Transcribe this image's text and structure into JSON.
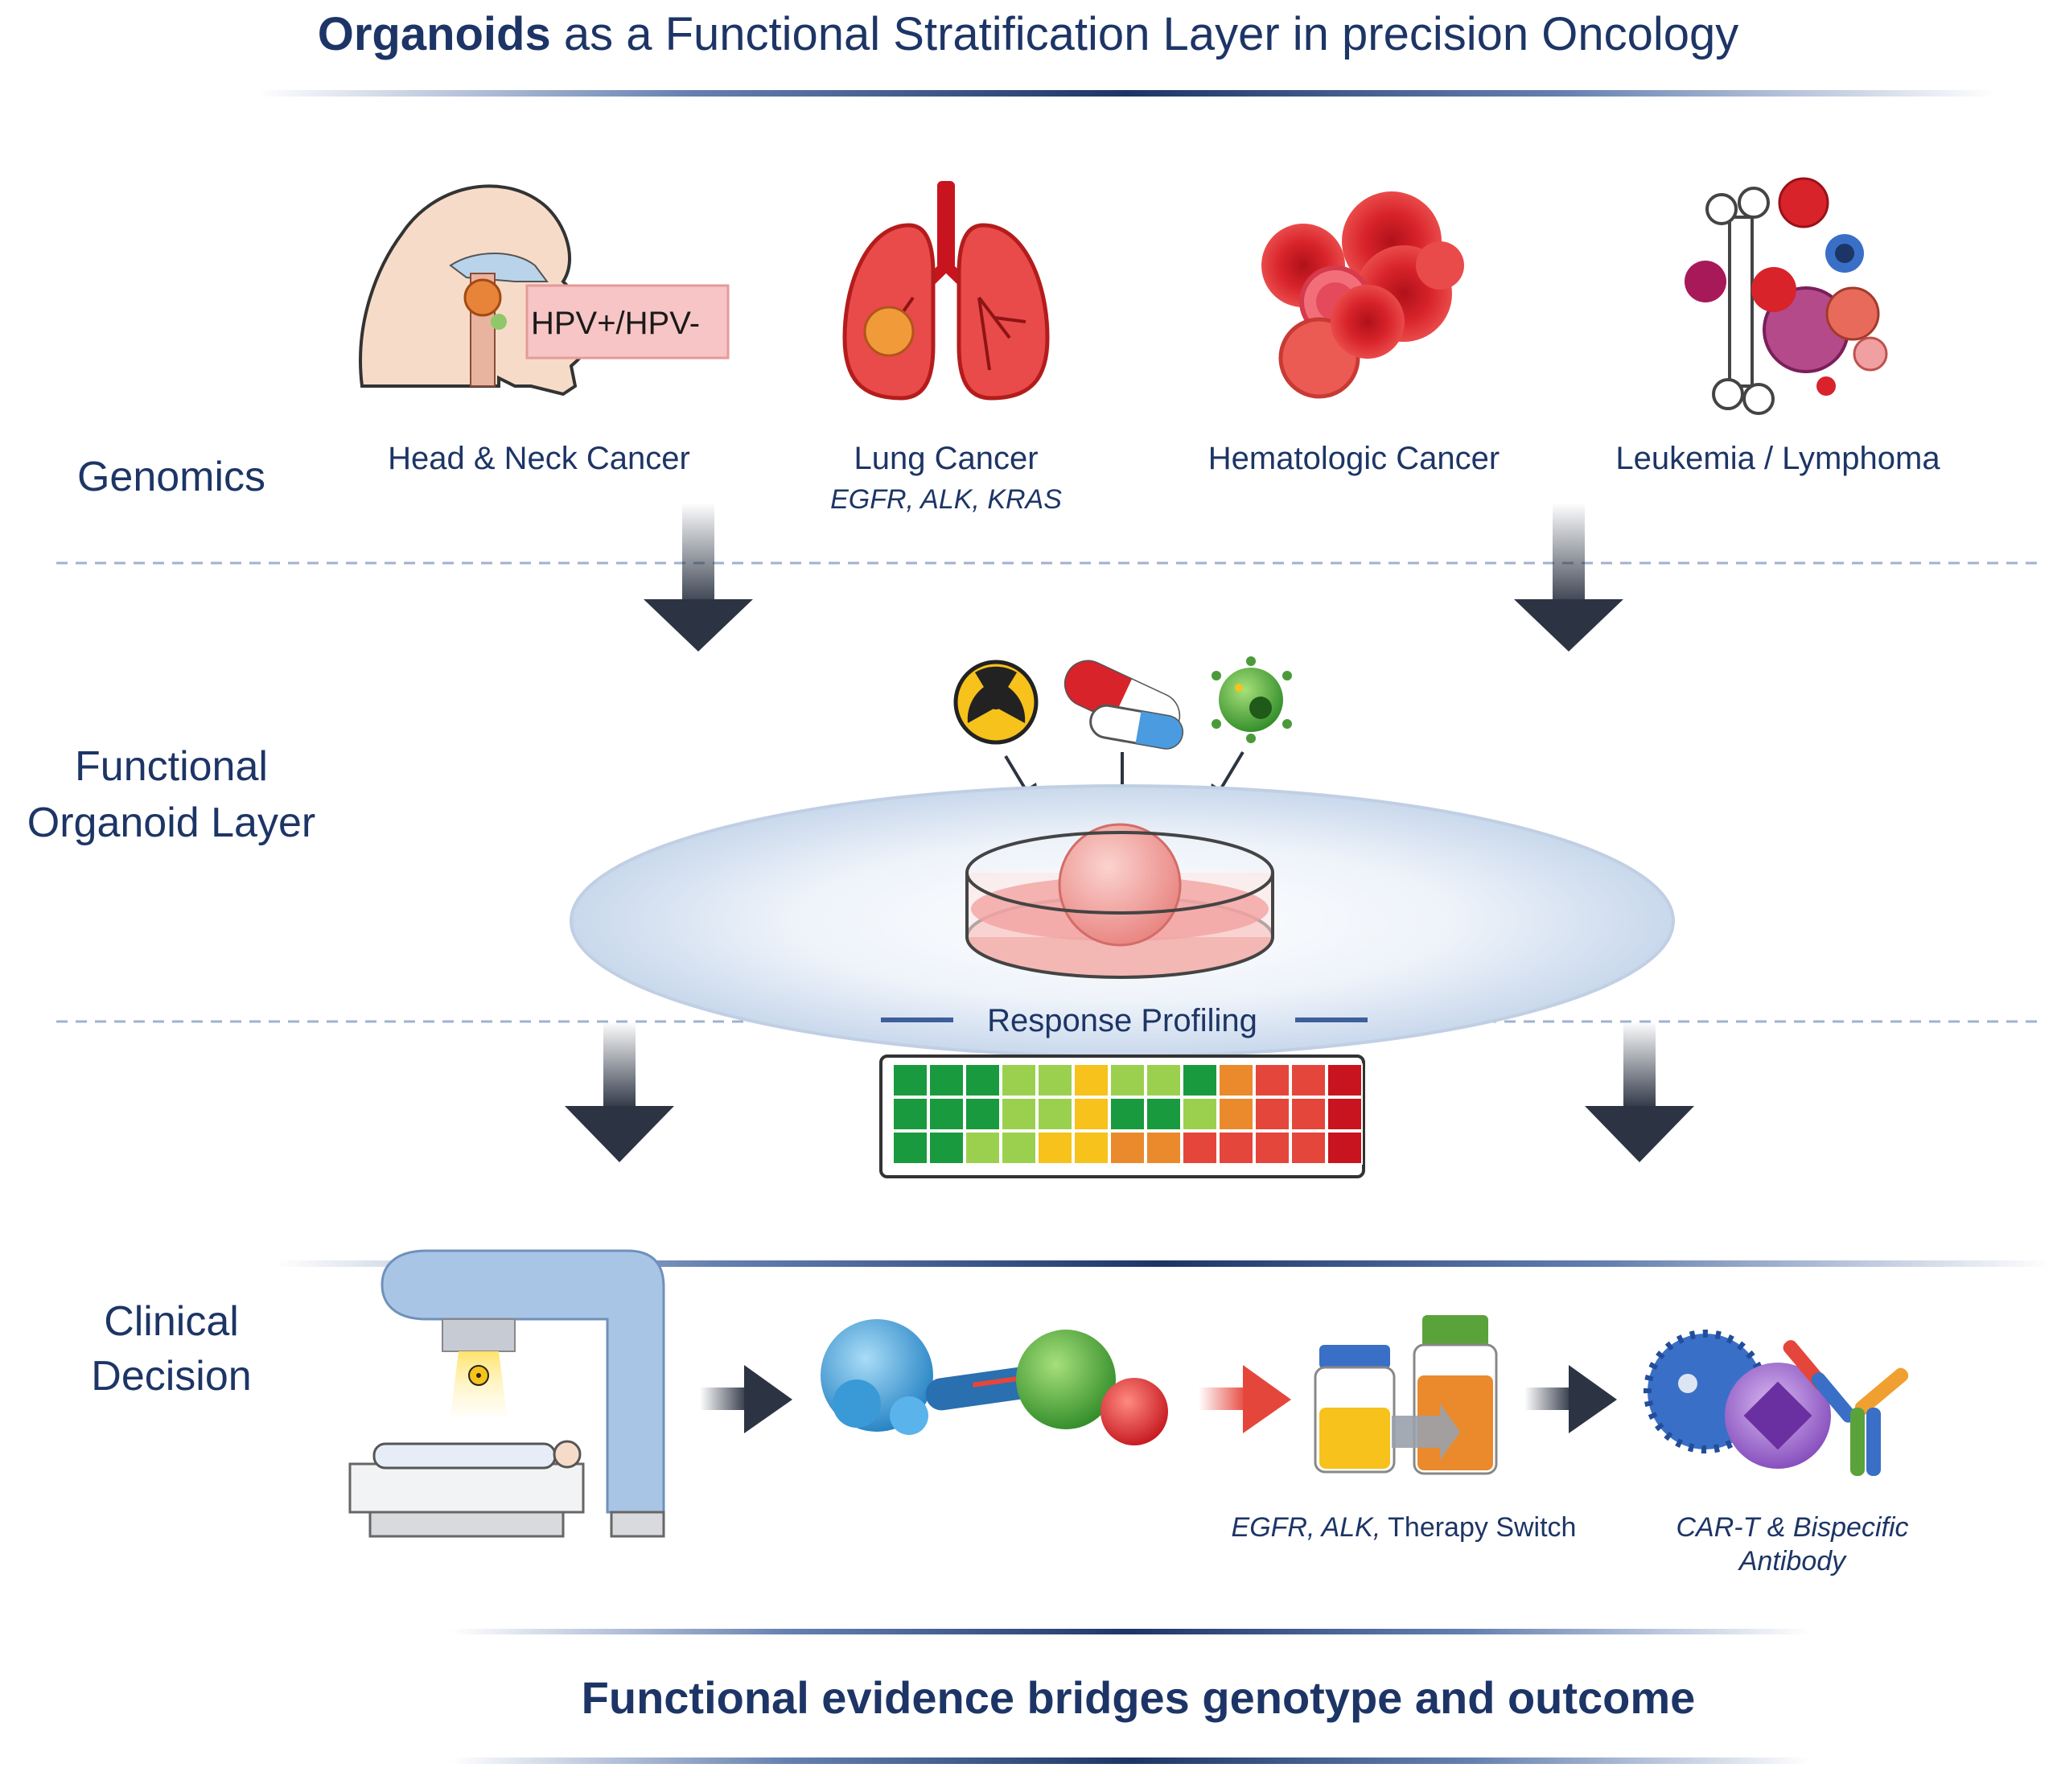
{
  "title": {
    "bold": "Organoids",
    "rest": " as a Functional Stratification Layer in precision Oncology"
  },
  "rows": {
    "genomics": "Genomics",
    "functional_1": "Functional",
    "functional_2": "Organoid Layer",
    "clinical_1": "Clinical",
    "clinical_2": "Decision"
  },
  "cancers": {
    "head_neck": "Head & Neck Cancer",
    "hpv_label": "HPV+/HPV-",
    "lung": "Lung Cancer",
    "lung_genes": "EGFR, ALK, KRAS",
    "hematologic": "Hematologic Cancer",
    "leukemia": "Leukemia / Lymphoma"
  },
  "response_profiling": "Response Profiling",
  "heatmap": {
    "rows": [
      [
        "#1a9a3e",
        "#1a9a3e",
        "#1a9a3e",
        "#9bd04f",
        "#9bd04f",
        "#f6c21b",
        "#9bd04f",
        "#9bd04f",
        "#1a9a3e",
        "#ea8a2c",
        "#e5463b",
        "#e5463b",
        "#c8141e"
      ],
      [
        "#1a9a3e",
        "#1a9a3e",
        "#1a9a3e",
        "#9bd04f",
        "#9bd04f",
        "#f6c21b",
        "#1a9a3e",
        "#1a9a3e",
        "#9bd04f",
        "#ea8a2c",
        "#e5463b",
        "#e5463b",
        "#c8141e"
      ],
      [
        "#1a9a3e",
        "#1a9a3e",
        "#9bd04f",
        "#9bd04f",
        "#f6c21b",
        "#f6c21b",
        "#ea8a2c",
        "#ea8a2c",
        "#e5463b",
        "#e5463b",
        "#e5463b",
        "#e5463b",
        "#c8141e"
      ]
    ]
  },
  "captions": {
    "therapy_genes": "EGFR, ALK,",
    "therapy_switch": " Therapy Switch",
    "cart_1": "CAR-T & Bispecific",
    "cart_2": "Antibody"
  },
  "footer": "Functional evidence bridges genotype and outcome",
  "colors": {
    "navy": "#1d3566",
    "arrow_dark": "#2c3443",
    "dish_blue": "#dde7f3",
    "machine_blue": "#a9c5e6",
    "organoid_pink": "#f2a3a0"
  },
  "icons": [
    "head-neck-anatomy-icon",
    "lungs-icon",
    "red-blood-cells-icon",
    "bone-marrow-cells-icon",
    "radiation-icon",
    "capsule-icon",
    "virus-icon",
    "petri-dish-organoid-icon",
    "radiotherapy-machine-icon",
    "t-cell-engager-icon",
    "drug-bottles-icon",
    "car-t-antibody-icon"
  ]
}
